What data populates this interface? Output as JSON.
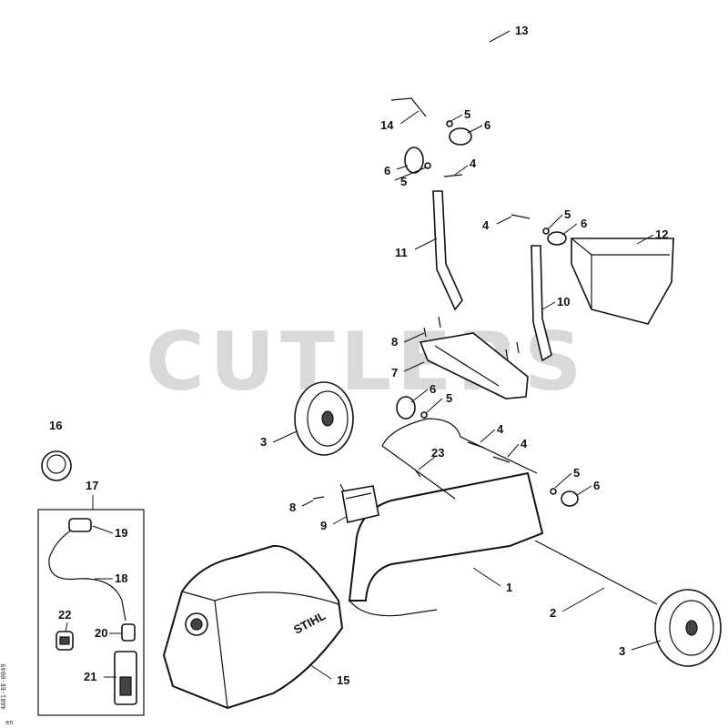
{
  "watermark": "CUTLERS",
  "brand_logo": "STIHL",
  "side_code": "4A01-EE-0049",
  "side_code_lang": "en",
  "callouts": {
    "c1": "1",
    "c2": "2",
    "c3a": "3",
    "c3b": "3",
    "c4a": "4",
    "c4b": "4",
    "c4c": "4",
    "c4d": "4",
    "c5a": "5",
    "c5b": "5",
    "c5c": "5",
    "c5d": "5",
    "c5e": "5",
    "c6a": "6",
    "c6b": "6",
    "c6c": "6",
    "c6d": "6",
    "c6e": "6",
    "c7": "7",
    "c8a": "8",
    "c8b": "8",
    "c9": "9",
    "c10": "10",
    "c11": "11",
    "c12": "12",
    "c13": "13",
    "c14": "14",
    "c15": "15",
    "c16": "16",
    "c17": "17",
    "c18": "18",
    "c19": "19",
    "c20": "20",
    "c21": "21",
    "c22": "22",
    "c23": "23"
  }
}
